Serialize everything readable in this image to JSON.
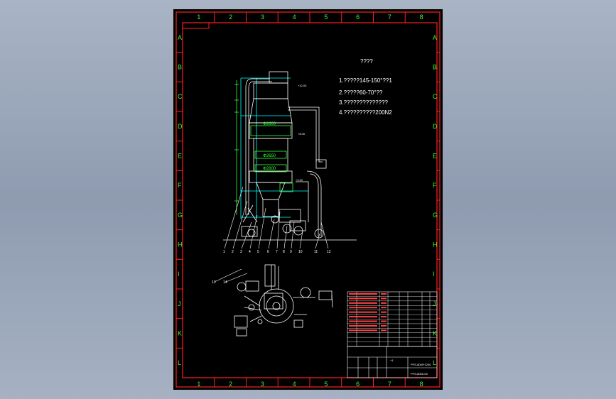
{
  "border": {
    "columns": [
      "1",
      "2",
      "3",
      "4",
      "5",
      "6",
      "7",
      "8"
    ],
    "rows": [
      "A",
      "B",
      "C",
      "D",
      "E",
      "F",
      "G",
      "H",
      "I",
      "J",
      "K",
      "L"
    ]
  },
  "notes": {
    "title": "????",
    "items": [
      "1.?????145-150°??1",
      "2.?????60-70°??",
      "3.??????????????",
      "4.??????????200N2"
    ]
  },
  "elevations": [
    "Φ2600",
    "Φ2650",
    "Φ2800"
  ],
  "callout_numbers": [
    "1",
    "2",
    "3",
    "4",
    "5",
    "6",
    "7",
    "8",
    "9",
    "10",
    "11",
    "12",
    "13",
    "14"
  ],
  "colors": {
    "frame_red": "#ff2020",
    "line_white": "#ffffff",
    "line_green": "#33ff33",
    "line_cyan": "#00ffff",
    "text_yellow": "#ffff00"
  }
}
